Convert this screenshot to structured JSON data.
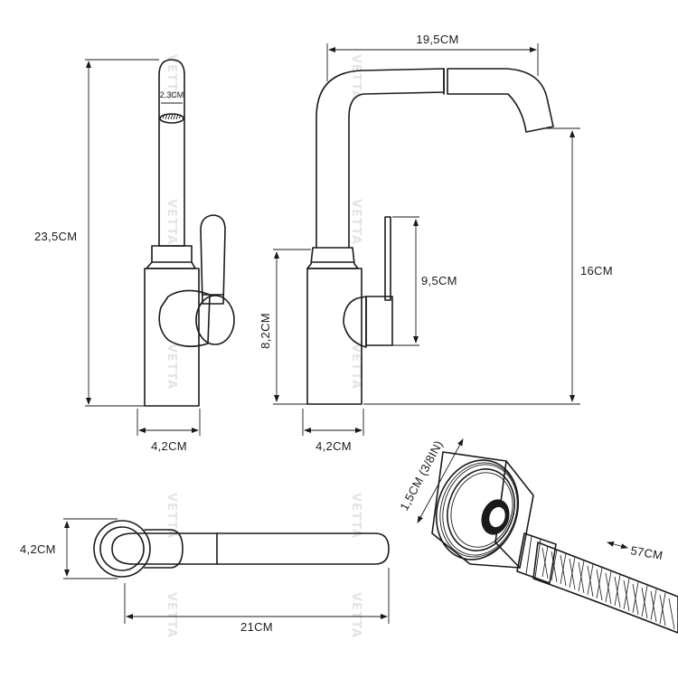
{
  "watermark": {
    "brand_text": "VETTA"
  },
  "dimensions": {
    "side_height": "23,5CM",
    "spout_diameter": "2,3CM",
    "side_base_width": "4,2CM",
    "reach": "19,5CM",
    "spout_clearance": "16CM",
    "body_height": "8,2CM",
    "lever_length": "9,5CM",
    "front_base_width": "4,2CM",
    "top_width": "4,2CM",
    "top_length": "21CM",
    "connector_size": "1,5CM (3/8IN)",
    "hose_length": "57CM"
  },
  "colors": {
    "line": "#1a1a1a",
    "watermark": "#e4e4e4",
    "background": "#ffffff"
  }
}
